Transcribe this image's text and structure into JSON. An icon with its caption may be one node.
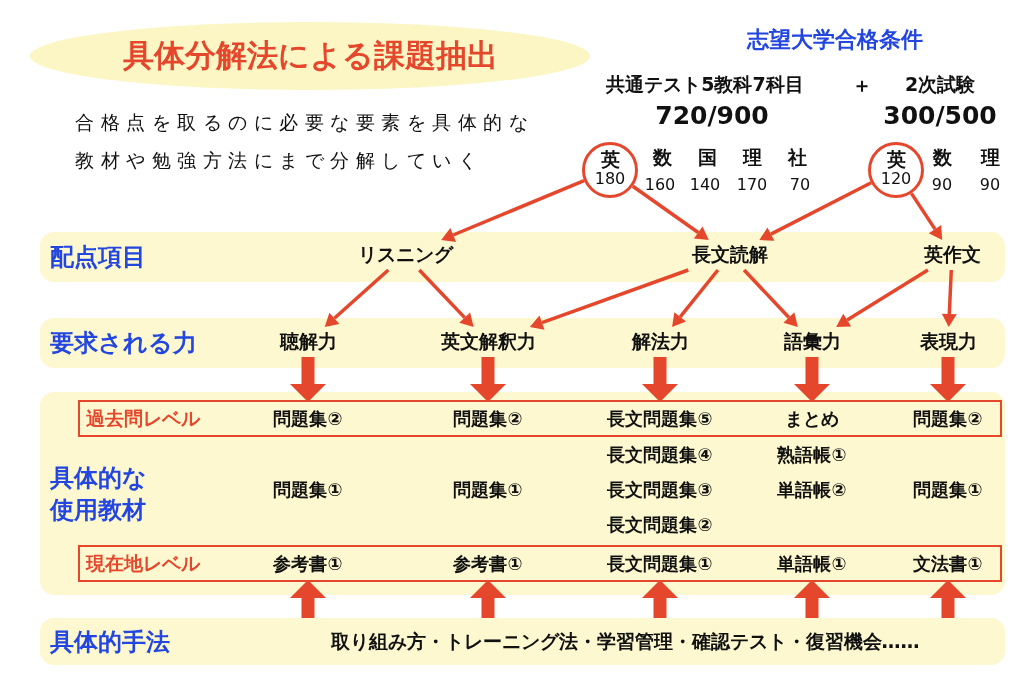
{
  "diagram": {
    "title": "具体分解法による課題抽出",
    "nodes": [
      {
        "text": [
          "英",
          "180"
        ]
      },
      {
        "text": [
          "英",
          "120"
        ]
      },
      {
        "text": [
          "配点項目"
        ]
      },
      {
        "text": [
          "リスニング"
        ],
        "in": 2
      },
      {
        "text": [
          "長文読解"
        ],
        "in": 2
      },
      {
        "text": [
          "英作文"
        ],
        "in": 2
      },
      {
        "text": [
          "要求される力"
        ]
      },
      {
        "text": [
          "聴解力"
        ],
        "in": 6
      },
      {
        "text": [
          "英文解釈力"
        ],
        "in": 6
      },
      {
        "text": [
          "解法力"
        ],
        "in": 6
      },
      {
        "text": [
          "語彙力"
        ],
        "in": 6
      },
      {
        "text": [
          "表現力"
        ],
        "in": 6
      },
      {
        "text": [
          "具体的な使用教材"
        ]
      },
      {
        "text": [
          "過去問レベル"
        ],
        "in": 12
      },
      {
        "text": [
          "問題集②"
        ],
        "in": 13
      },
      {
        "text": [
          "問題集②"
        ],
        "in": 13
      },
      {
        "text": [
          "長文問題集⑤"
        ],
        "in": 13
      },
      {
        "text": [
          "まとめ"
        ],
        "in": 13
      },
      {
        "text": [
          "問題集②"
        ],
        "in": 13
      },
      {
        "text": [
          "現在地レベル"
        ],
        "in": 12
      },
      {
        "text": [
          "参考書①"
        ],
        "in": 19
      },
      {
        "text": [
          "参考書①"
        ],
        "in": 19
      },
      {
        "text": [
          "長文問題集①"
        ],
        "in": 19
      },
      {
        "text": [
          "単語帳①"
        ],
        "in": 19
      },
      {
        "text": [
          "文法書①"
        ],
        "in": 19
      },
      {
        "text": [
          "具体的手法",
          "取り組み方・トレーニング法・学習管理・確認テスト・復習機会……"
        ]
      }
    ],
    "edges": [
      {
        "from": 0,
        "to": 3,
        "arrow": "to"
      },
      {
        "from": 0,
        "to": 4,
        "arrow": "to"
      },
      {
        "from": 1,
        "to": 4,
        "arrow": "to"
      },
      {
        "from": 1,
        "to": 5,
        "arrow": "to"
      },
      {
        "from": 3,
        "to": 7,
        "arrow": "to"
      },
      {
        "from": 3,
        "to": 8,
        "arrow": "to"
      },
      {
        "from": 4,
        "to": 8,
        "arrow": "to"
      },
      {
        "from": 4,
        "to": 9,
        "arrow": "to"
      },
      {
        "from": 4,
        "to": 10,
        "arrow": "to"
      },
      {
        "from": 5,
        "to": 10,
        "arrow": "to"
      },
      {
        "from": 5,
        "to": 11,
        "arrow": "to"
      },
      {
        "from": 7,
        "to": 14,
        "arrow": "to",
        "style": "thick"
      },
      {
        "from": 8,
        "to": 15,
        "arrow": "to",
        "style": "thick"
      },
      {
        "from": 9,
        "to": 16,
        "arrow": "to",
        "style": "thick"
      },
      {
        "from": 10,
        "to": 17,
        "arrow": "to",
        "style": "thick"
      },
      {
        "from": 11,
        "to": 18,
        "arrow": "to",
        "style": "thick"
      },
      {
        "from": 25,
        "to": 20,
        "arrow": "to",
        "style": "thick"
      },
      {
        "from": 25,
        "to": 21,
        "arrow": "to",
        "style": "thick"
      },
      {
        "from": 25,
        "to": 22,
        "arrow": "to",
        "style": "thick"
      },
      {
        "from": 25,
        "to": 23,
        "arrow": "to",
        "style": "thick"
      },
      {
        "from": 25,
        "to": 24,
        "arrow": "to",
        "style": "thick"
      }
    ],
    "labels": [
      "志望大学合格条件",
      "共通テスト5教科7科目",
      "＋",
      "2次試験",
      "合格点を取るのに必要な要素を具体的な教材や勉強方法にまで分解していく",
      "720/900",
      "300/500",
      "数",
      "国",
      "理",
      "社",
      "数",
      "理",
      "160",
      "140",
      "170",
      "70",
      "90",
      "90",
      "長文問題集④",
      "熟語帳①",
      "問題集①",
      "問題集①",
      "長文問題集③",
      "単語帳②",
      "問題集①",
      "長文問題集②"
    ]
  }
}
